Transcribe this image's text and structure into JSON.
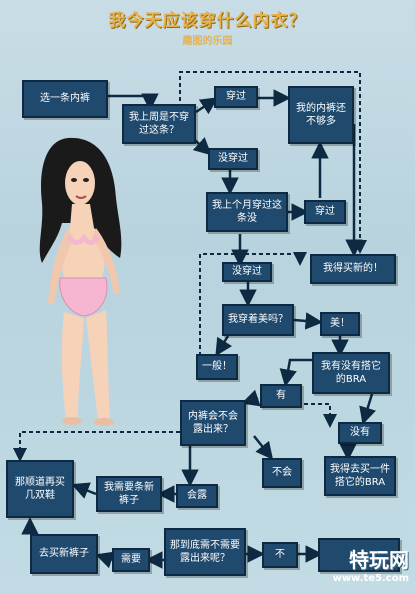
{
  "header": {
    "title": "我今天应该穿什么内衣？",
    "subtitle": "趣图的乐园"
  },
  "nodes": {
    "pick_one": "选一条内裤",
    "worn_last_week": "我上周是不穿过这条？",
    "worn": "穿过",
    "enough_panties": "我的内裤还不够多",
    "not_worn": "没穿过",
    "worn_last_month": "我上个月穿过这条没",
    "worn2": "穿过",
    "not_worn2": "没穿过",
    "need_new": "我得买新的！",
    "look_good": "我穿着美吗？",
    "beautiful": "美！",
    "average": "一般！",
    "matching_bra": "我有没有搭它的BRA",
    "have": "有",
    "no": "没有",
    "show_panties": "内裤会不会露出来？",
    "will_not": "不会",
    "buy_bra": "我得去买一件搭它的BRA",
    "will_show": "会露",
    "buy_shoes": "那顺道再买几双鞋",
    "need_new_pants": "我需要条新裤子",
    "need_to_show": "那到底需不需要露出来呢？",
    "no2": "不",
    "need": "需要",
    "buy_pants": "去买新裤子"
  },
  "watermark": {
    "logo": "特玩网",
    "url": "www.te5.com"
  }
}
